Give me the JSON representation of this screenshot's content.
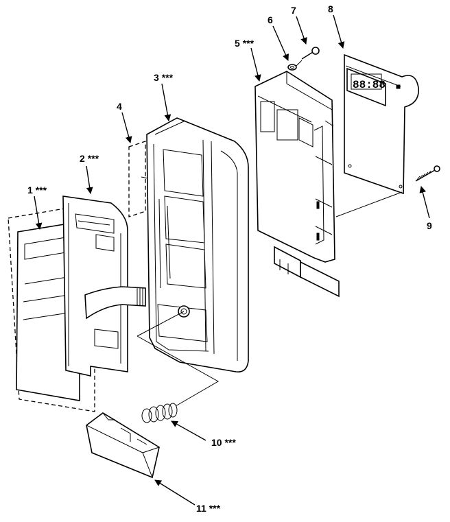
{
  "callouts": [
    {
      "id": "1",
      "stars": "***"
    },
    {
      "id": "2",
      "stars": "***"
    },
    {
      "id": "3",
      "stars": "***"
    },
    {
      "id": "4",
      "stars": ""
    },
    {
      "id": "5",
      "stars": "***"
    },
    {
      "id": "6",
      "stars": ""
    },
    {
      "id": "7",
      "stars": ""
    },
    {
      "id": "8",
      "stars": ""
    },
    {
      "id": "9",
      "stars": ""
    },
    {
      "id": "10",
      "stars": "***"
    },
    {
      "id": "11",
      "stars": "***"
    }
  ],
  "display_digits": "88:88"
}
